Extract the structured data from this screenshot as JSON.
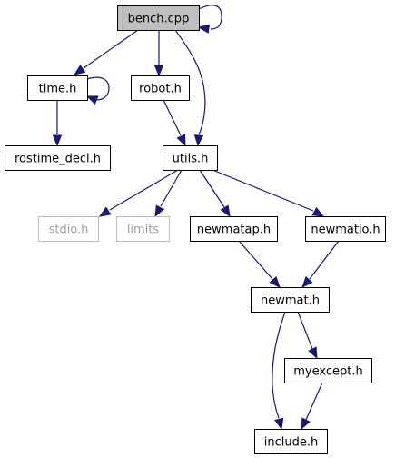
{
  "diagram": {
    "edge_color": "#191970",
    "nodes": [
      {
        "id": "bench_cpp",
        "label": "bench.cpp",
        "fill": "#bfbfbf",
        "border": "#000000",
        "external": false
      },
      {
        "id": "time_h",
        "label": "time.h",
        "fill": "#ffffff",
        "border": "#000000",
        "external": false
      },
      {
        "id": "robot_h",
        "label": "robot.h",
        "fill": "#ffffff",
        "border": "#000000",
        "external": false
      },
      {
        "id": "rostime_decl_h",
        "label": "rostime_decl.h",
        "fill": "#ffffff",
        "border": "#000000",
        "external": false
      },
      {
        "id": "utils_h",
        "label": "utils.h",
        "fill": "#ffffff",
        "border": "#000000",
        "external": false
      },
      {
        "id": "stdio_h",
        "label": "stdio.h",
        "fill": "#ffffff",
        "border": "#bfbfbf",
        "external": true
      },
      {
        "id": "limits",
        "label": "limits",
        "fill": "#ffffff",
        "border": "#bfbfbf",
        "external": true
      },
      {
        "id": "newmatap_h",
        "label": "newmatap.h",
        "fill": "#ffffff",
        "border": "#000000",
        "external": false
      },
      {
        "id": "newmatio_h",
        "label": "newmatio.h",
        "fill": "#ffffff",
        "border": "#000000",
        "external": false
      },
      {
        "id": "newmat_h",
        "label": "newmat.h",
        "fill": "#ffffff",
        "border": "#000000",
        "external": false
      },
      {
        "id": "myexcept_h",
        "label": "myexcept.h",
        "fill": "#ffffff",
        "border": "#000000",
        "external": false
      },
      {
        "id": "include_h",
        "label": "include.h",
        "fill": "#ffffff",
        "border": "#000000",
        "external": false
      }
    ],
    "edges": [
      {
        "from": "bench_cpp",
        "to": "bench_cpp"
      },
      {
        "from": "bench_cpp",
        "to": "time_h"
      },
      {
        "from": "bench_cpp",
        "to": "robot_h"
      },
      {
        "from": "bench_cpp",
        "to": "utils_h"
      },
      {
        "from": "time_h",
        "to": "time_h"
      },
      {
        "from": "time_h",
        "to": "rostime_decl_h"
      },
      {
        "from": "robot_h",
        "to": "utils_h"
      },
      {
        "from": "utils_h",
        "to": "stdio_h"
      },
      {
        "from": "utils_h",
        "to": "limits"
      },
      {
        "from": "utils_h",
        "to": "newmatap_h"
      },
      {
        "from": "utils_h",
        "to": "newmatio_h"
      },
      {
        "from": "newmatap_h",
        "to": "newmat_h"
      },
      {
        "from": "newmatio_h",
        "to": "newmat_h"
      },
      {
        "from": "newmat_h",
        "to": "myexcept_h"
      },
      {
        "from": "newmat_h",
        "to": "include_h"
      },
      {
        "from": "myexcept_h",
        "to": "include_h"
      }
    ]
  }
}
